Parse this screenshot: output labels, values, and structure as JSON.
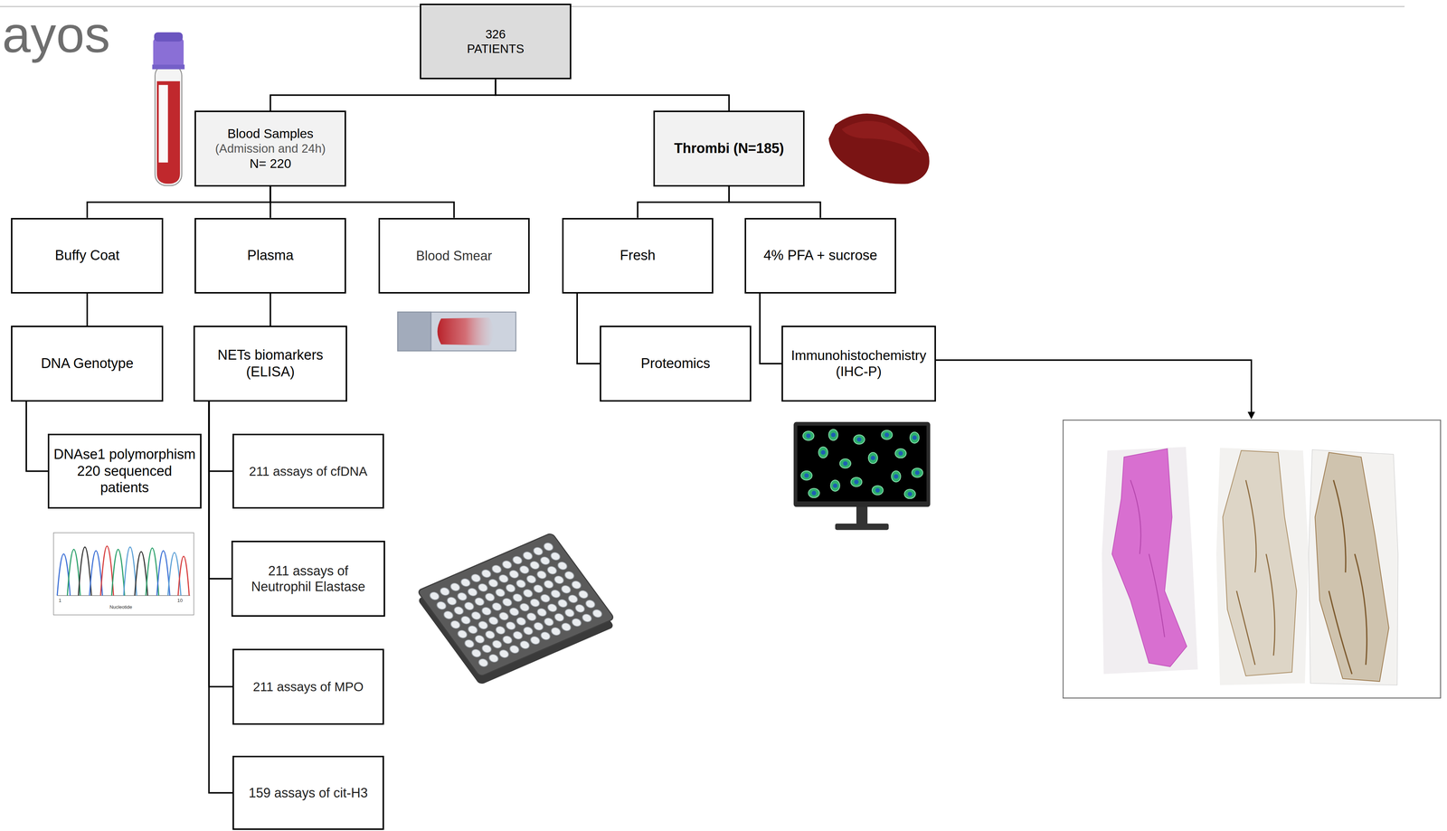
{
  "diagram": {
    "title": "ayos",
    "nodes": [
      {
        "text": [
          "326 PATIENTS"
        ]
      },
      {
        "text": [
          "Blood Samples",
          "(Admission and 24h)",
          "N= 220"
        ]
      },
      {
        "text": [
          "Thrombi (N=185)"
        ]
      },
      {
        "text": [
          "Buffy Coat"
        ]
      },
      {
        "text": [
          "Plasma"
        ]
      },
      {
        "text": [
          "Blood Smear"
        ]
      },
      {
        "text": [
          "Fresh"
        ]
      },
      {
        "text": [
          "4% PFA + sucrose"
        ]
      },
      {
        "text": [
          "DNA Genotype"
        ]
      },
      {
        "text": [
          "NETs biomarkers (ELISA)"
        ]
      },
      {
        "text": [
          "Proteomics"
        ]
      },
      {
        "text": [
          "Immunohistochemistry (IHC-P)"
        ]
      },
      {
        "text": [
          "DNAse1 polymorphism",
          "220 sequenced patients"
        ]
      },
      {
        "text": [
          "211 assays of cfDNA"
        ]
      },
      {
        "text": [
          "211 assays of Neutrophil Elastase"
        ]
      },
      {
        "text": [
          "211 assays of MPO"
        ]
      },
      {
        "text": [
          "159 assays of cit-H3"
        ]
      }
    ],
    "edges": [
      {
        "from": 0,
        "to": 1,
        "arrow": "none"
      },
      {
        "from": 0,
        "to": 2,
        "arrow": "none"
      },
      {
        "from": 1,
        "to": 3,
        "arrow": "none"
      },
      {
        "from": 1,
        "to": 4,
        "arrow": "none"
      },
      {
        "from": 1,
        "to": 5,
        "arrow": "none"
      },
      {
        "from": 2,
        "to": 6,
        "arrow": "none"
      },
      {
        "from": 2,
        "to": 7,
        "arrow": "none"
      },
      {
        "from": 3,
        "to": 8,
        "arrow": "none"
      },
      {
        "from": 4,
        "to": 9,
        "arrow": "none"
      },
      {
        "from": 6,
        "to": 10,
        "arrow": "none"
      },
      {
        "from": 7,
        "to": 11,
        "arrow": "none"
      },
      {
        "from": 8,
        "to": 12,
        "arrow": "none"
      },
      {
        "from": 9,
        "to": 13,
        "arrow": "none"
      },
      {
        "from": 9,
        "to": 14,
        "arrow": "none"
      },
      {
        "from": 9,
        "to": 15,
        "arrow": "none"
      },
      {
        "from": 9,
        "to": 16,
        "arrow": "none"
      }
    ],
    "labels": [
      "1",
      "10",
      "Nucleotide"
    ]
  }
}
